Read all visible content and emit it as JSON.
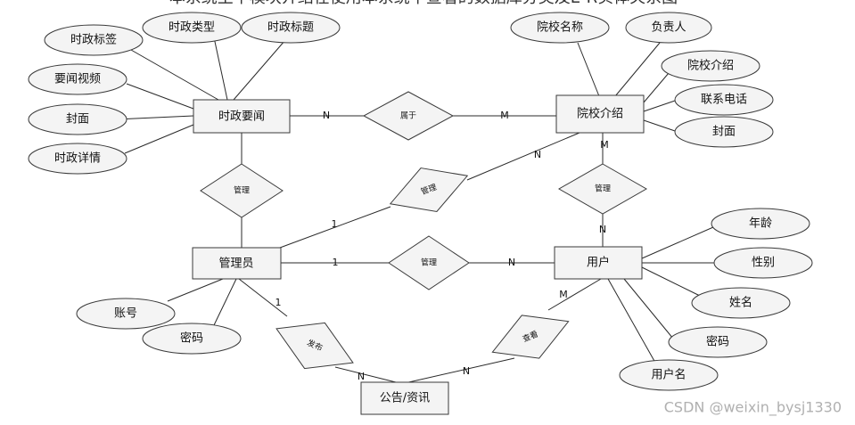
{
  "header_fragment": "本系统主中模块介绍在使用本系统中查看的数据库分类及E-R实体关系图",
  "entities": {
    "news": "时政要闻",
    "school": "院校介绍",
    "admin": "管理员",
    "user": "用户",
    "notice": "公告/资讯"
  },
  "news_attributes": [
    "时政标签",
    "时政类型",
    "时政标题",
    "要闻视频",
    "封面",
    "时政详情"
  ],
  "school_attributes": [
    "院校名称",
    "负责人",
    "院校介绍",
    "联系电话",
    "封面"
  ],
  "admin_attributes": [
    "账号",
    "密码"
  ],
  "user_attributes": [
    "年龄",
    "性别",
    "姓名",
    "密码",
    "用户名"
  ],
  "relationships": {
    "belongs": "属于",
    "admin_news": "管理",
    "admin_school": "管理",
    "school_user": "管理",
    "admin_user": "管理",
    "publish": "发布",
    "view": "查看"
  },
  "cardinality": {
    "belongs_news": "N",
    "belongs_school": "M",
    "admin_school_admin": "1",
    "admin_school_school": "N",
    "school_user_school": "M",
    "school_user_user": "N",
    "admin_user_admin": "1",
    "admin_user_user": "N",
    "publish_admin": "1",
    "publish_notice": "N",
    "view_notice": "N",
    "view_user": "M"
  },
  "watermark": "CSDN @weixin_bysj1330"
}
